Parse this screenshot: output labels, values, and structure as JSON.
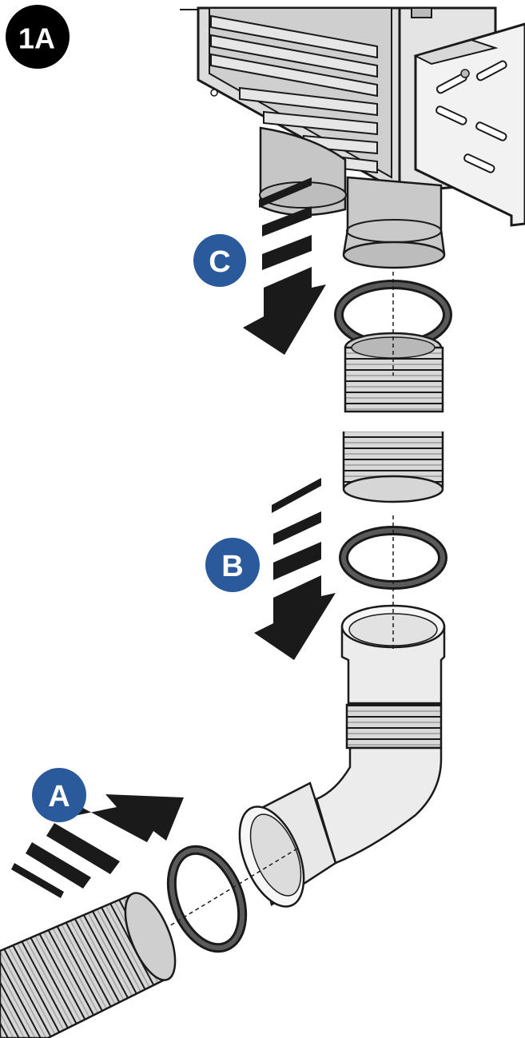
{
  "figure_label": "1A",
  "steps": [
    {
      "id": "C",
      "label": "C"
    },
    {
      "id": "B",
      "label": "B"
    },
    {
      "id": "A",
      "label": "A"
    }
  ],
  "colors": {
    "badge_black": "#000000",
    "step_blue": "#2a5a9b",
    "outline": "#1a1a1a",
    "unit_body": "#d4d4d4",
    "collar": "#bdbdbd",
    "pipe_light": "#e9e9e9",
    "hose_grey": "#d0d0d0",
    "gasket": "#555555",
    "arrow": "#1a1a1a"
  },
  "icons": [
    "heater-unit",
    "bracket",
    "gasket-ring",
    "flexible-hose",
    "elbow-connector",
    "direction-arrow"
  ]
}
